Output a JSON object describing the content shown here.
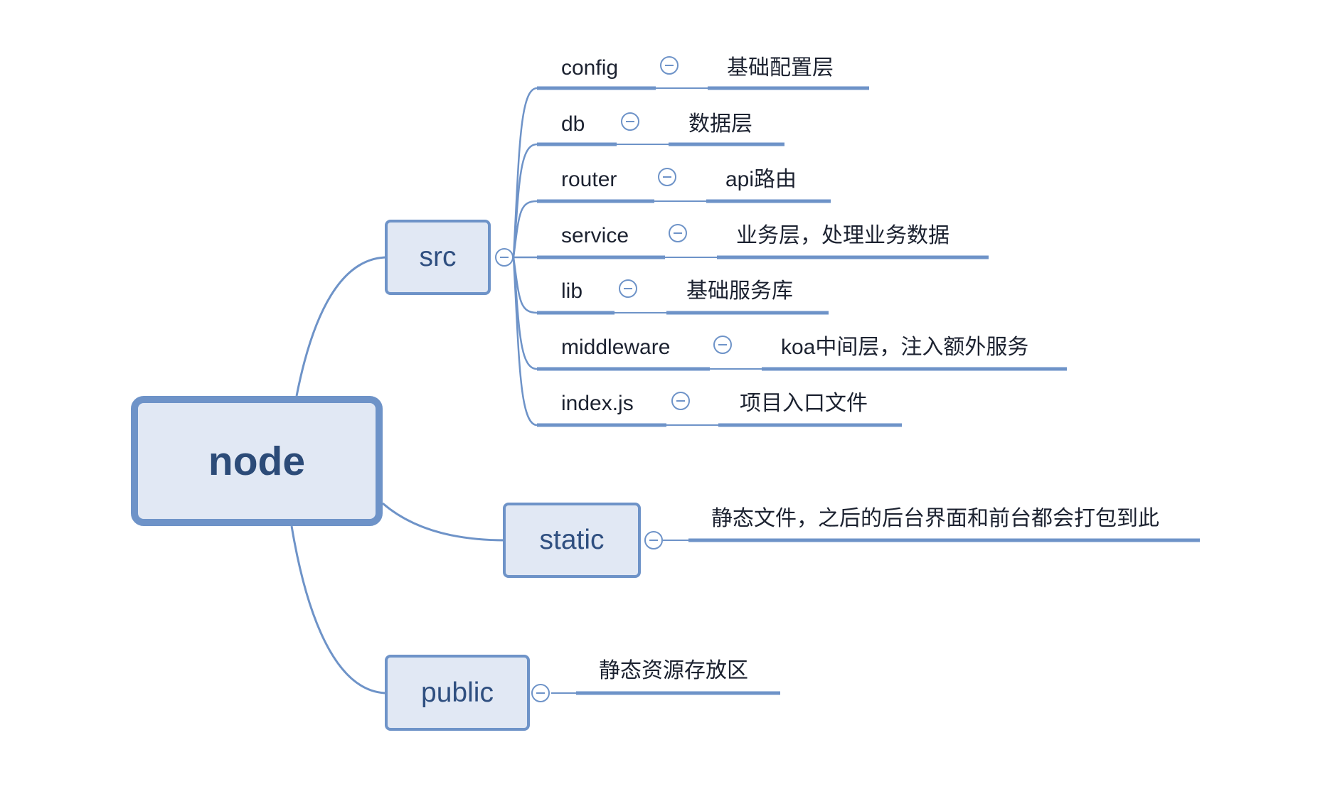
{
  "mindmap": {
    "root": {
      "label": "node"
    },
    "branches": {
      "src": {
        "label": "src",
        "children": [
          {
            "label": "config",
            "note": "基础配置层"
          },
          {
            "label": "db",
            "note": "数据层"
          },
          {
            "label": "router",
            "note": "api路由"
          },
          {
            "label": "service",
            "note": "业务层，处理业务数据"
          },
          {
            "label": "lib",
            "note": "基础服务库"
          },
          {
            "label": "middleware",
            "note": "koa中间层，注入额外服务"
          },
          {
            "label": "index.js",
            "note": "项目入口文件"
          }
        ]
      },
      "static": {
        "label": "static",
        "note": "静态文件，之后的后台界面和前台都会打包到此"
      },
      "public": {
        "label": "public",
        "note": "静态资源存放区"
      }
    }
  },
  "colors": {
    "line": "#6e93c8",
    "node_fill": "#e1e8f4",
    "node_text": "#2c4b78"
  },
  "icons": {
    "collapse": "minus-circle-icon"
  }
}
